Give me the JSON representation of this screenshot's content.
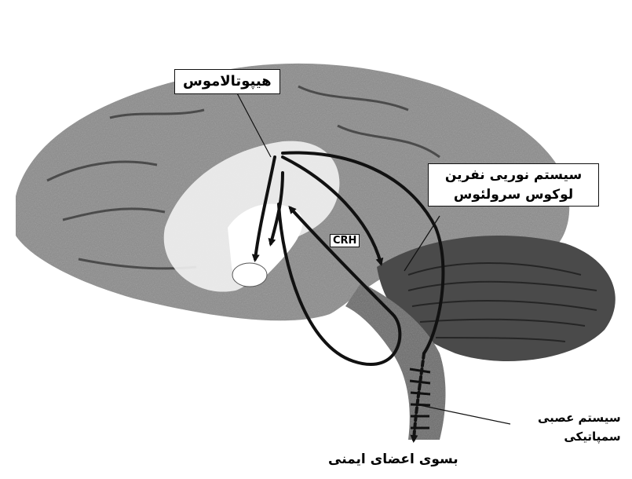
{
  "labels": {
    "hypothalamus": "هیپوتالاموس",
    "noradrenergic_line1": "سیستم نوریی نفرین",
    "noradrenergic_line2": "لوکوس سرولئوس",
    "crh": "CRH",
    "sympathetic_line1": "سیستم عصبی",
    "sympathetic_line2": "سمپاتیکی",
    "to_organs": "بسوی اعضای ایمنی"
  },
  "colors": {
    "ink": "#111111",
    "brain_fill": "#8a8a8a",
    "brain_dark": "#4a4a4a",
    "background": "#ffffff"
  }
}
